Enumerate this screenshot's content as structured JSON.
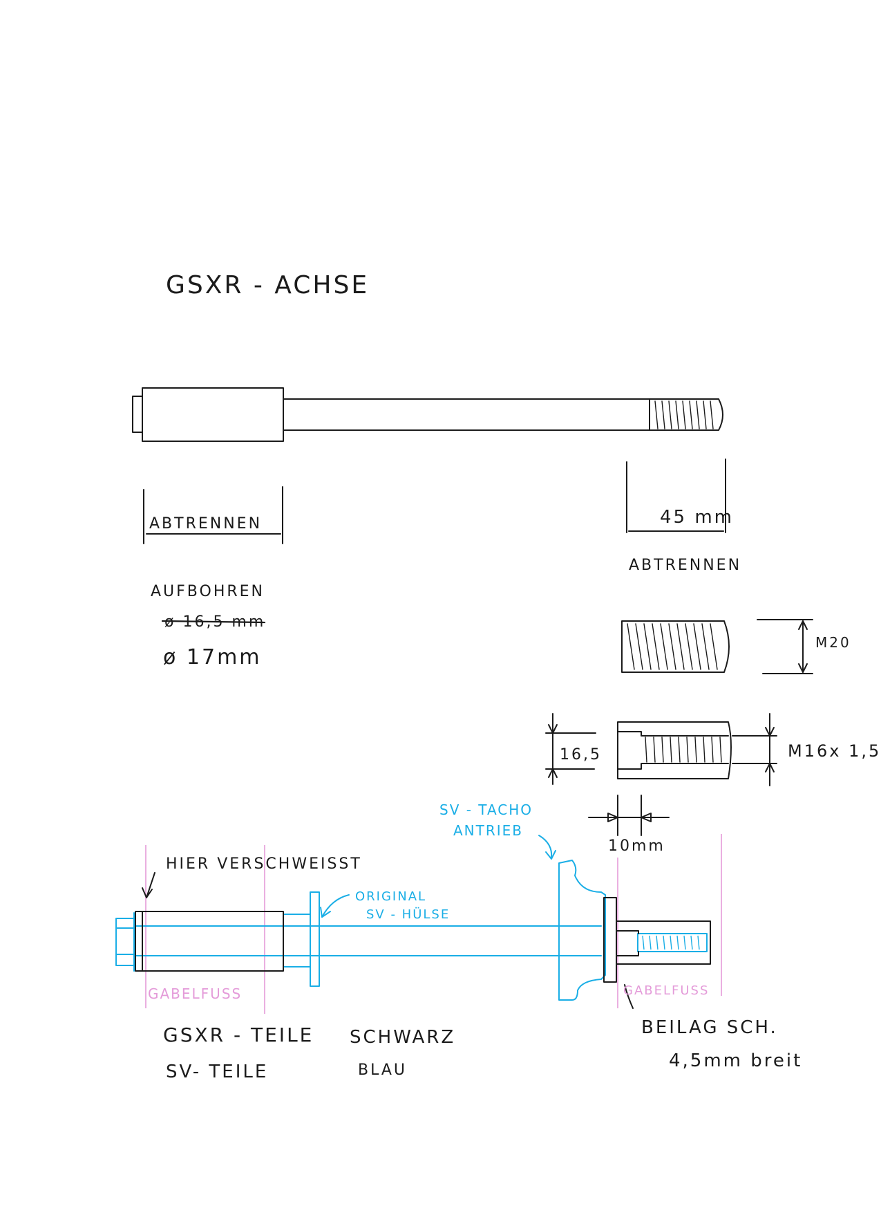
{
  "title": "GSXR - ACHSE",
  "labels": {
    "abtrennen_left": "ABTRENNEN",
    "dim_45": "45 mm",
    "abtrennen_right": "ABTRENNEN",
    "aufbohren": "AUFBOHREN",
    "bore_old": "ø 16,5 mm",
    "bore_new": "ø 17mm",
    "thread_m20": "M20",
    "dim_16_5": "16,5",
    "thread_m16": "M16x 1,5",
    "dim_10": "10mm",
    "sv_tacho_line1": "SV - TACHO",
    "sv_tacho_line2": "ANTRIEB",
    "hier_verschweisst": "HIER   VERSCHWEISST",
    "original_line1": "ORIGINAL",
    "original_line2": "SV - HÜLSE",
    "gabelfuss_left": "GABELFUSS",
    "gabelfuss_right": "GABELFUSS",
    "beilag_line1": "BEILAG SCH.",
    "beilag_line2": "4,5mm  breit"
  },
  "legend": {
    "gsxr_parts": "GSXR  - TEILE",
    "gsxr_color": "SCHWARZ",
    "sv_parts": "SV-   TEILE",
    "sv_color": "BLAU"
  },
  "colors": {
    "ink": "#1b1b1b",
    "sv_blue": "#1aaee6",
    "fork_pink": "#e49bd9"
  }
}
